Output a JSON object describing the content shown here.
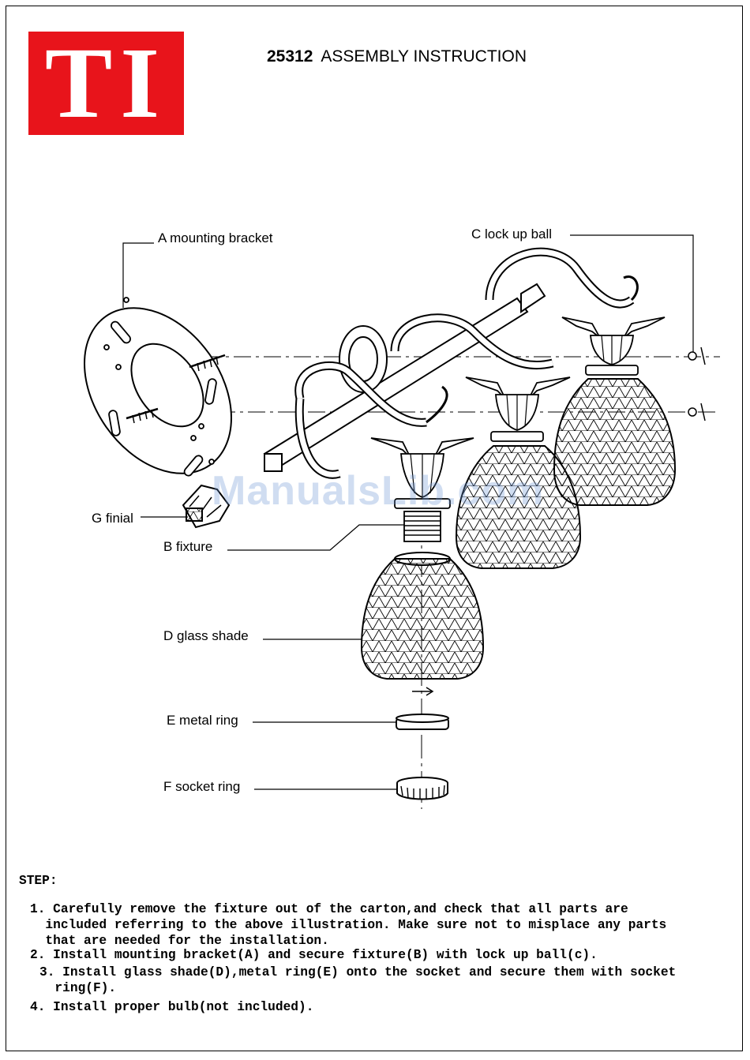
{
  "header": {
    "logo_text": "TI",
    "model": "25312",
    "title": "ASSEMBLY INSTRUCTION"
  },
  "parts": {
    "a": "A mounting bracket",
    "c": "C  lock up ball",
    "g": "G finial",
    "b": "B  fixture",
    "d": "D  glass shade",
    "e": "E metal ring",
    "f": "F  socket ring"
  },
  "watermark": "ManualsLib.com",
  "steps": {
    "heading": "STEP:",
    "items": [
      {
        "lines": [
          "1. Carefully remove the fixture out of the carton,and check that all parts are",
          "  included referring to the above illustration. Make sure not to misplace any parts",
          "  that are needed for the installation."
        ]
      },
      {
        "lines": [
          "2. Install mounting bracket(A) and secure fixture(B) with lock up ball(c)."
        ]
      },
      {
        "lines": [
          "3. Install glass shade(D),metal ring(E) onto the socket and secure them with socket",
          "  ring(F)."
        ]
      },
      {
        "lines": [
          "4. Install proper bulb(not included)."
        ]
      }
    ]
  }
}
